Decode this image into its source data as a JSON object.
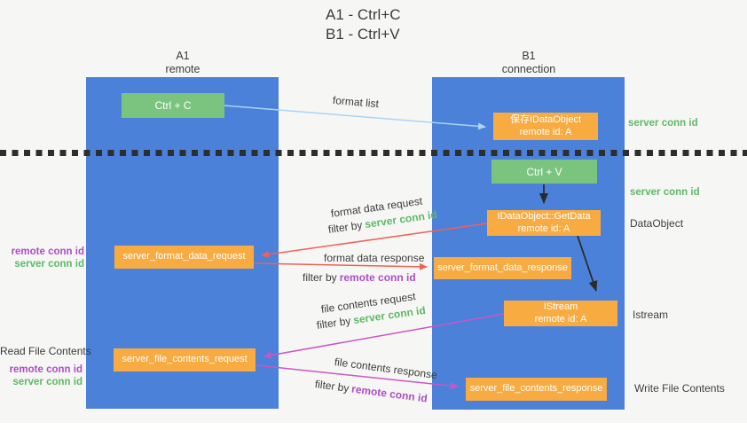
{
  "title": {
    "line1": "A1 - Ctrl+C",
    "line2": "B1 - Ctrl+V"
  },
  "columns": {
    "a1": {
      "title": "A1",
      "subtitle": "remote"
    },
    "b1": {
      "title": "B1",
      "subtitle": "connection"
    }
  },
  "nodes": {
    "ctrl_c": {
      "label": "Ctrl + C"
    },
    "ctrl_v": {
      "label": "Ctrl + V"
    },
    "save_idataobject": {
      "line1": "保存IDataObject",
      "line2": "remote id: A"
    },
    "getdata": {
      "line1": "IDataObject::GetData",
      "line2": "remote id: A"
    },
    "istream": {
      "line1": "IStream",
      "line2": "remote id: A"
    },
    "server_format_data_request": {
      "label": "server_format_data_request"
    },
    "server_format_data_response": {
      "label": "server_format_data_response"
    },
    "server_file_contents_request": {
      "label": "server_file_contents_request"
    },
    "server_file_contents_response": {
      "label": "server_file_contents_response"
    }
  },
  "flow_labels": {
    "format_list": "format list",
    "format_data_request": "format data request",
    "format_data_response": "format data response",
    "file_contents_request": "file contents request",
    "file_contents_response": "file contents response"
  },
  "filters": {
    "format_request": {
      "prefix": "filter by",
      "id": "server conn id"
    },
    "format_response": {
      "prefix": "filter by",
      "id": "remote conn id"
    },
    "file_request": {
      "prefix": "filter by",
      "id": "server conn id"
    },
    "file_response": {
      "prefix": "filter by",
      "id": "remote conn id"
    }
  },
  "side_labels": {
    "right_server_conn_id_top": "server conn id",
    "right_server_conn_id_mid": "server conn id",
    "right_dataobject": "DataObject",
    "right_istream": "Istream",
    "right_write_file_contents": "Write File Contents",
    "left_remote_conn_id_top": "remote conn id",
    "left_server_conn_id_top": "server conn id",
    "left_read_file_contents": "Read File Contents",
    "left_remote_conn_id_bottom": "remote conn id",
    "left_server_conn_id_bottom": "server conn id"
  },
  "colors": {
    "column_blue": "#4c81d9",
    "box_green": "#7bc47f",
    "box_orange": "#f8ab41",
    "arrow_light_blue": "#aad4f5",
    "arrow_red": "#ee6157",
    "arrow_magenta": "#cc55c5",
    "arrow_black": "#2b2b2b",
    "text_green": "#5cba63",
    "text_purple": "#ae4ec4",
    "text_dark": "#3d3d3d"
  }
}
